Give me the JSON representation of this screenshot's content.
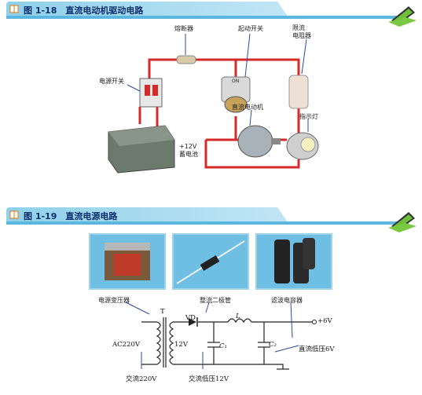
{
  "fig1": {
    "title": "图 1-18　直流电动机驱动电路",
    "labels": {
      "fuse": "熔断器",
      "start_switch": "起动开关",
      "current_limit": "限流\n电阻器",
      "power_switch": "电源开关",
      "motor": "直流电动机",
      "indicator": "指示灯",
      "battery_v": "+12V",
      "battery": "蓄电池",
      "on": "ON"
    }
  },
  "fig2": {
    "title": "图 1-19　直流电源电路",
    "photos": {
      "transformer": "电源变压器",
      "diode": "整流二极管",
      "capacitor": "滤波电容器"
    },
    "schematic": {
      "T": "T",
      "VD": "VD",
      "L": "L",
      "ac_in": "AC220V",
      "v12": "12V",
      "C1": "C₁",
      "C2": "C₂",
      "plus6": "+6V",
      "ac_label": "交流220V",
      "low_ac": "交流低压12V",
      "dc_out": "直流低压6V"
    }
  },
  "colors": {
    "wire": "#d42a2a",
    "bar": "#8fd0ea",
    "bar_line": "#5bb7e0"
  },
  "icons": [
    "book-icon",
    "laptop-icon"
  ]
}
